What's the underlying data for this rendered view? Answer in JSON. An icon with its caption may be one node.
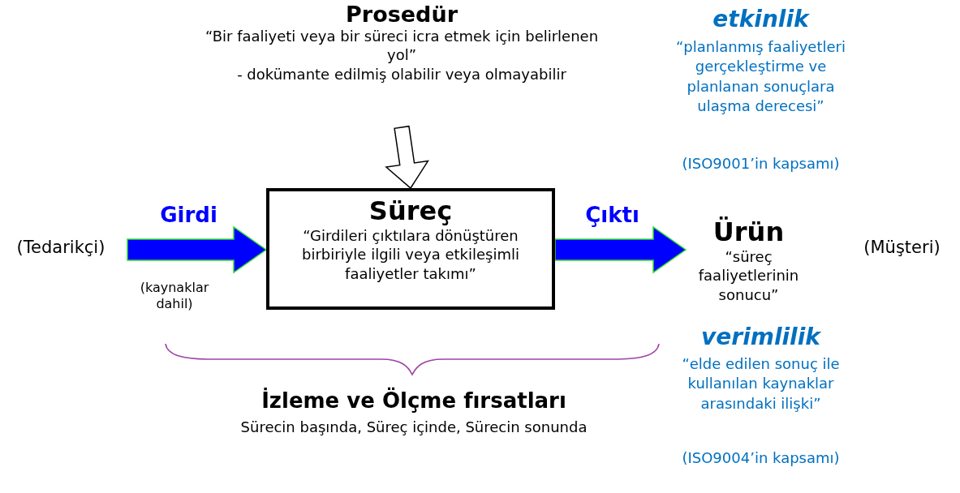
{
  "diagram": {
    "nodes": [
      {
        "text": [
          "Prosedür",
          "“Bir faaliyeti veya bir süreci icra etmek için belirlenen yol”",
          "- dokümante edilmiş olabilir veya olmayabilir"
        ]
      },
      {
        "text": [
          "Süreç",
          "“Girdileri çıktılara dönüştüren birbiriyle ilgili veya etkileşimli faaliyetler takımı”"
        ]
      },
      {
        "text": [
          "Ürün",
          "“süreç faaliyetlerinin sonucu”"
        ]
      }
    ],
    "edges": [
      {
        "from": null,
        "to": 1,
        "arrow": "to",
        "label": "Girdi",
        "style": "thick"
      },
      {
        "from": 0,
        "to": 1,
        "arrow": "to",
        "color": "#ffffff"
      },
      {
        "from": 1,
        "to": 2,
        "arrow": "to",
        "label": "Çıktı",
        "style": "thick"
      }
    ],
    "labels": [
      "etkinlik",
      "“planlanmış faaliyetleri gerçekleştirme ve planlanan sonuçlara ulaşma derecesi”",
      "(ISO9001’in kapsamı)",
      "(Tedarikçi)",
      "(kaynaklar dahil)",
      "(Müşteri)",
      "verimlilik",
      "“elde edilen sonuç ile kullanılan kaynaklar arasındaki ilişki”",
      "(ISO9004’in kapsamı)",
      "İzleme ve Ölçme fırsatları",
      "Sürecin başında, Süreç içinde, Sürecin sonunda"
    ]
  }
}
